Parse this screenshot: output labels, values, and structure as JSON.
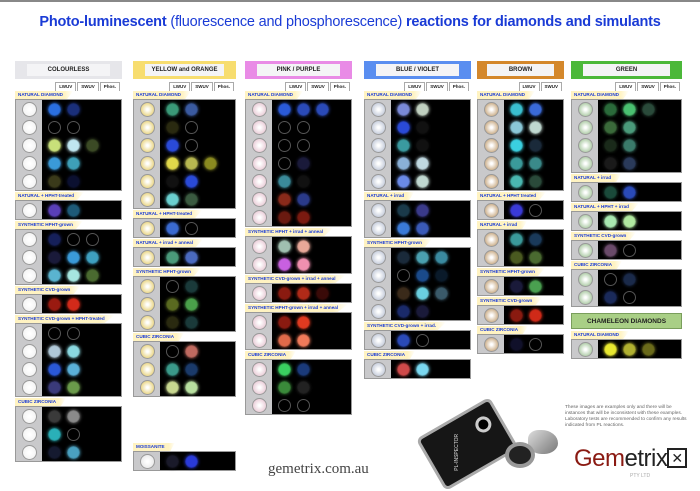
{
  "title": {
    "bold1": "Photo-luminescent",
    "thin": "(fluorescence and phosphorescence)",
    "bold2": "reactions for diamonds and simulants"
  },
  "columns": [
    {
      "name": "COLOURLESS",
      "border": "#e6e6ea",
      "thumb": "#f2f2f2",
      "tabs": [
        "LWUV",
        "SWUV",
        "Phos."
      ],
      "sections": [
        {
          "label": "NATURAL DIAMOND",
          "rows": [
            [
              "#2a6fe0",
              "#1a2f7a"
            ],
            [
              "ring",
              "ring"
            ],
            [
              "#c8e07a",
              "#bfe6f0",
              "#3b4a25"
            ],
            [
              "#3a9ad8",
              "#3e9fb8"
            ],
            [
              "#3a3a1a",
              "#0b1030"
            ]
          ]
        },
        {
          "label": "NATURAL + HPHT-treated",
          "rows": [
            [
              "#5a3fb8",
              "#1d5a78"
            ]
          ]
        },
        {
          "label": "SYNTHETIC  HPHT-grown",
          "rows": [
            [
              "#16205a",
              "ring",
              "ring"
            ],
            [
              "#1a1a3a",
              "#3a9ad8",
              "#3ea0c0"
            ],
            [
              "#5ab4d0",
              "#a6e6e0",
              "#4a6a30"
            ]
          ]
        },
        {
          "label": "SYNTHETIC  CVD-grown",
          "rows": [
            [
              "#9a1a10",
              "#d22a1a"
            ]
          ]
        },
        {
          "label": "SYNTHETIC  CVD-grown + HPHT-treated",
          "rows": [
            [
              "ring",
              "ring"
            ],
            [
              "#b0c8d8",
              "#8ad8e0"
            ],
            [
              "#2a58d8",
              "#5ab0d8"
            ],
            [
              "#3a3a7a",
              "#6a9a4a"
            ]
          ]
        },
        {
          "label": "CUBIC ZIRCONIA",
          "rows": [
            [
              "#3a3a3a",
              "#8a8a8a"
            ],
            [
              "#2ab0b8",
              "ring"
            ],
            [
              "#151a30",
              "#4aa0c0"
            ]
          ]
        }
      ]
    },
    {
      "name": "YELLOW and ORANGE",
      "border": "#f7dd6f",
      "thumb": "#e8d27a",
      "tabs": [
        "LWUV",
        "SWUV",
        "Phos."
      ],
      "sections": [
        {
          "label": "NATURAL DIAMOND",
          "rows": [
            [
              "#3a9a78",
              "#3a5aa0"
            ],
            [
              "#2a2a10",
              "ring"
            ],
            [
              "#2a4ad8",
              "ring"
            ],
            [
              "#e0d84a",
              "#b8b850",
              "#8a8a20"
            ],
            [
              "#111",
              "#2a4ad8"
            ],
            [
              "#6ad0d0",
              "#3a5a40"
            ]
          ]
        },
        {
          "label": "NATURAL + HPHT-treated",
          "rows": [
            [
              "#3a6ad0",
              "ring"
            ]
          ]
        },
        {
          "label": "NATURAL + irrad + anneal",
          "rows": [
            [
              "#4a9a7a",
              "#4a6ac0"
            ]
          ]
        },
        {
          "label": "SYNTHETIC  HPHT-grown",
          "rows": [
            [
              "ring",
              "#1a3a3a"
            ],
            [
              "#5a6a20",
              "#4aa04a"
            ],
            [
              "#2a2a10",
              "#1a3a3a"
            ]
          ]
        },
        {
          "label": "CUBIC ZIRCONIA",
          "rows": [
            [
              "ring",
              "#c06a60"
            ],
            [
              "#3a9a8a",
              "#1a3a6a"
            ],
            [
              "#c8d890",
              "#b8e0a0"
            ]
          ]
        }
      ]
    },
    {
      "name": "PINK / PURPLE",
      "border": "#e98be6",
      "thumb": "#e8c8d4",
      "tabs": [
        "LWUV",
        "SWUV",
        "Phos."
      ],
      "sections": [
        {
          "label": "NATURAL DIAMOND",
          "rows": [
            [
              "#2a5ad8",
              "#2a4ab8",
              "#2a4ab8"
            ],
            [
              "ring",
              "ring"
            ],
            [
              "ring",
              "ring"
            ],
            [
              "ring",
              "#1a1a3a"
            ],
            [
              "#3a8a9a",
              "#111"
            ],
            [
              "#8a2a1a",
              "#2a3a8a"
            ],
            [
              "#6a1a10",
              "#7a1a10"
            ]
          ]
        },
        {
          "label": "SYNTHETIC  HPHT + irrad + anneal",
          "rows": [
            [
              "#a0c0b0",
              "#e8a898"
            ],
            [
              "#c860e0",
              "#f090b0"
            ]
          ]
        },
        {
          "label": "SYNTHETIC  CVD-grown + irrad + anneal",
          "rows": [
            [
              "#8a1a10",
              "#b02a18",
              "#3a0a08"
            ]
          ]
        },
        {
          "label": "SYNTHETIC  HPHT-grown + irrad + anneal",
          "rows": [
            [
              "#8a1a10",
              "#e03a20"
            ],
            [
              "#e06a4a",
              "#f07a5a"
            ]
          ]
        },
        {
          "label": "CUBIC ZIRCONIA",
          "rows": [
            [
              "#3ad060",
              "#1a3a7a"
            ],
            [
              "#3a8a3a",
              "#222"
            ],
            [
              "ring",
              "ring"
            ]
          ]
        }
      ]
    },
    {
      "name": "BLUE / VIOLET",
      "border": "#5a8ef0",
      "thumb": "#c0c8d8",
      "tabs": [
        "LWUV",
        "SWUV",
        "Phos."
      ],
      "sections": [
        {
          "label": "NATURAL DIAMOND",
          "rows": [
            [
              "#7a8ad8",
              "#c0d0c0"
            ],
            [
              "#2a4ad8",
              "#111"
            ],
            [
              "#3a9aa0",
              "#111"
            ],
            [
              "#8ab0d8",
              "#c0d8e0"
            ],
            [
              "#6a8ae8",
              "#c0d8d0"
            ]
          ]
        },
        {
          "label": "NATURAL + irrad",
          "rows": [
            [
              "#1a3a4a",
              "#3a3a8a"
            ],
            [
              "#3a7ad8",
              "#3a5ab8"
            ]
          ]
        },
        {
          "label": "SYNTHETIC  HPHT-grown",
          "rows": [
            [
              "#1a2a3a",
              "#4aa0b0",
              "#3a8aa0"
            ],
            [
              "ring",
              "#1a4a8a",
              "#0a1a2a"
            ],
            [
              "#3a2a1a",
              "#6ad0e0",
              "#3a5a6a"
            ],
            [
              "#1a2a6a",
              "#1a1a3a"
            ]
          ]
        },
        {
          "label": "SYNTHETIC  CVD-grown + irrad.",
          "rows": [
            [
              "#2a4ab8",
              "ring"
            ]
          ]
        },
        {
          "label": "CUBIC ZIRCONIA",
          "rows": [
            [
              "#d04a4a",
              "#7ad8f0"
            ]
          ]
        }
      ]
    },
    {
      "name": "BROWN",
      "border": "#d4882c",
      "thumb": "#c8a880",
      "tabs": [
        "LWUV",
        "SWUV"
      ],
      "sections": [
        {
          "label": "NATURAL DIAMOND",
          "rows": [
            [
              "#3ac0d0",
              "#3a6ad8"
            ],
            [
              "#8ac8d8",
              "#c0d8d0"
            ],
            [
              "#3ad0e0",
              "#1a2a3a"
            ],
            [
              "#3a9a9a",
              "#3a8a8a"
            ],
            [
              "#4ab8b0",
              "#2a4a3a"
            ]
          ]
        },
        {
          "label": "NATURAL + HPHT treated",
          "rows": [
            [
              "#3a3ad8",
              "ring"
            ]
          ]
        },
        {
          "label": "NATURAL + irrad",
          "rows": [
            [
              "#3a9a9a",
              "#1a3a5a"
            ],
            [
              "#4a5a20",
              "#4a6a30"
            ]
          ]
        },
        {
          "label": "SYNTHETIC  HPHT-grown",
          "rows": [
            [
              "#1a1a3a",
              "#4aa050"
            ]
          ]
        },
        {
          "label": "SYNTHETIC  CVD-grown",
          "rows": [
            [
              "#8a1a10",
              "#d02a18"
            ]
          ]
        },
        {
          "label": "CUBIC ZIRCONIA",
          "rows": [
            [
              "#10102a",
              "ring"
            ]
          ]
        }
      ]
    },
    {
      "name": "GREEN",
      "border": "#4cb83a",
      "thumb": "#a8c8a0",
      "tabs": [
        "LWUV",
        "SWUV",
        "Phos."
      ],
      "sections": [
        {
          "label": "NATURAL DIAMOND",
          "rows": [
            [
              "#2a6a3a",
              "#4ac070",
              "#2a4a3a"
            ],
            [
              "#3a6a3a",
              "#4a9a7a"
            ],
            [
              "#1a2a1a",
              "#3a7a6a"
            ],
            [
              "#1a1a1a",
              "#2a3a5a"
            ]
          ]
        },
        {
          "label": "NATURAL + irrad",
          "rows": [
            [
              "#1a4a3a",
              "#2a4ab8"
            ]
          ]
        },
        {
          "label": "NATURAL + HPHT + irrad",
          "rows": [
            [
              "#a8e8b0",
              "#b0e8a0"
            ]
          ]
        },
        {
          "label": "SYNTHETIC  CVD-grown",
          "rows": [
            [
              "#6a4a6a",
              "ring"
            ]
          ]
        },
        {
          "label": "CUBIC ZIRCONIA",
          "rows": [
            [
              "ring",
              "#1a2a4a"
            ],
            [
              "#1a2a5a",
              "ring"
            ]
          ]
        },
        {
          "banner": "CHAMELEON DIAMONDS"
        },
        {
          "label": "NATURAL DIAMOND",
          "rows": [
            [
              "#e8e830",
              "#b0b030",
              "#6a6a1a"
            ]
          ]
        }
      ]
    }
  ],
  "moissanite": {
    "label": "MOISSANITE",
    "rows": [
      [
        "#1a1a2a",
        "#2a3ad8"
      ]
    ]
  },
  "note": "These images are examples only and there will be instances that will be inconsistent with these examples. Laboratory tests are recommended to confirm any results indicated from PL reactions.",
  "site": "gemetrix.com.au",
  "logo": {
    "gem": "Gem",
    "etrix": "etrix",
    "sub": "PTY LTD"
  },
  "device_label": "PL-INSPECTOR"
}
